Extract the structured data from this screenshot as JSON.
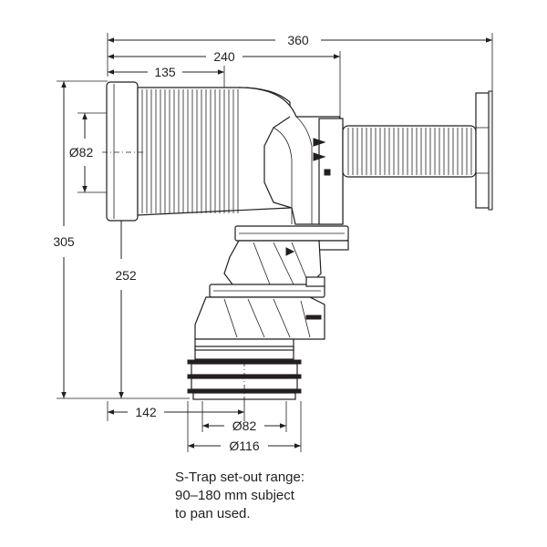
{
  "dimensions": {
    "overall_width": "360",
    "width_240": "240",
    "width_135": "135",
    "inlet_diameter": "Ø82",
    "overall_height": "305",
    "height_252": "252",
    "setout_142": "142",
    "outlet_diameter": "Ø82",
    "outlet_outer_diameter": "Ø116"
  },
  "note": {
    "line1": "S-Trap set-out range:",
    "line2": "90–180 mm subject",
    "line3": "to pan used."
  },
  "colors": {
    "line": "#231f20",
    "fill_grey": "#e8e8e8"
  }
}
